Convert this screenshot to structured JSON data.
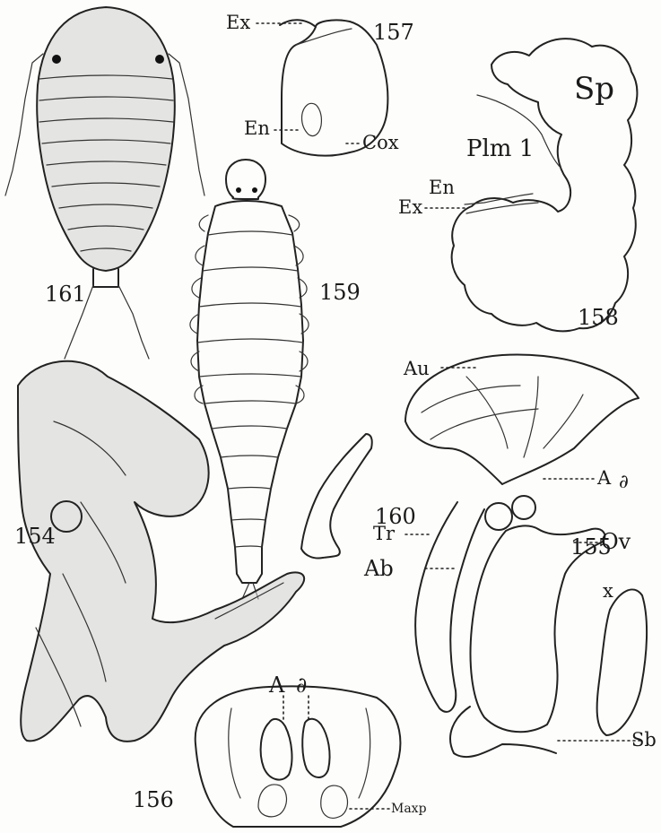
{
  "figure_numbers": {
    "fig154": "154",
    "fig155": "155",
    "fig156": "156",
    "fig157": "157",
    "fig158": "158",
    "fig159": "159",
    "fig160": "160",
    "fig161": "161"
  },
  "labels": {
    "ex_157": "Ex",
    "en_157": "En",
    "cox_157": "Cox",
    "sp_158": "Sp",
    "plm1_158": "Plm 1",
    "en_158": "En",
    "ex_158": "Ex",
    "au_155": "Au",
    "a_155": "A",
    "a_sym_155": "∂",
    "tr_155": "Tr",
    "ab_155": "Ab",
    "ov_155": "Ov",
    "x_155": "x",
    "sb_155": "Sb",
    "a_156": "A",
    "a_sym_156": "∂",
    "maxp_156": "Maxp"
  }
}
